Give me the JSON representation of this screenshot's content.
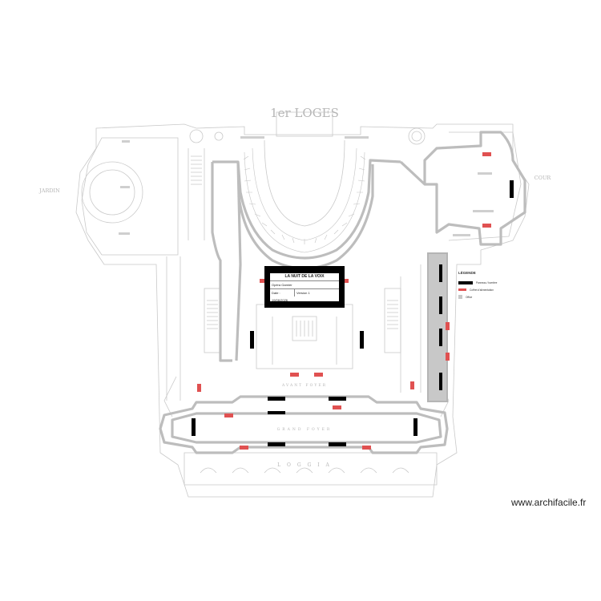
{
  "plan": {
    "level_title": "1er LOGES",
    "side_left": "JARDIN",
    "side_right": "COUR",
    "avant_foyer": "AVANT FOYER",
    "grand_foyer": "GRAND FOYER",
    "loggia": "L O G G I A"
  },
  "title_block": {
    "title": "LA NUIT DE LA VOIX",
    "place": "Opéra Garnier",
    "date": "Date : 19/06/2026",
    "version": "Version 1"
  },
  "legend": {
    "heading": "LÉGENDE",
    "items": [
      {
        "label": "Panneau / barrière",
        "color": "#000000"
      },
      {
        "label": "Coffret d'alimentation",
        "color": "#e05151"
      },
      {
        "label": "Office",
        "color": "#c8c8c8"
      }
    ]
  },
  "watermark": "www.archifacile.fr"
}
